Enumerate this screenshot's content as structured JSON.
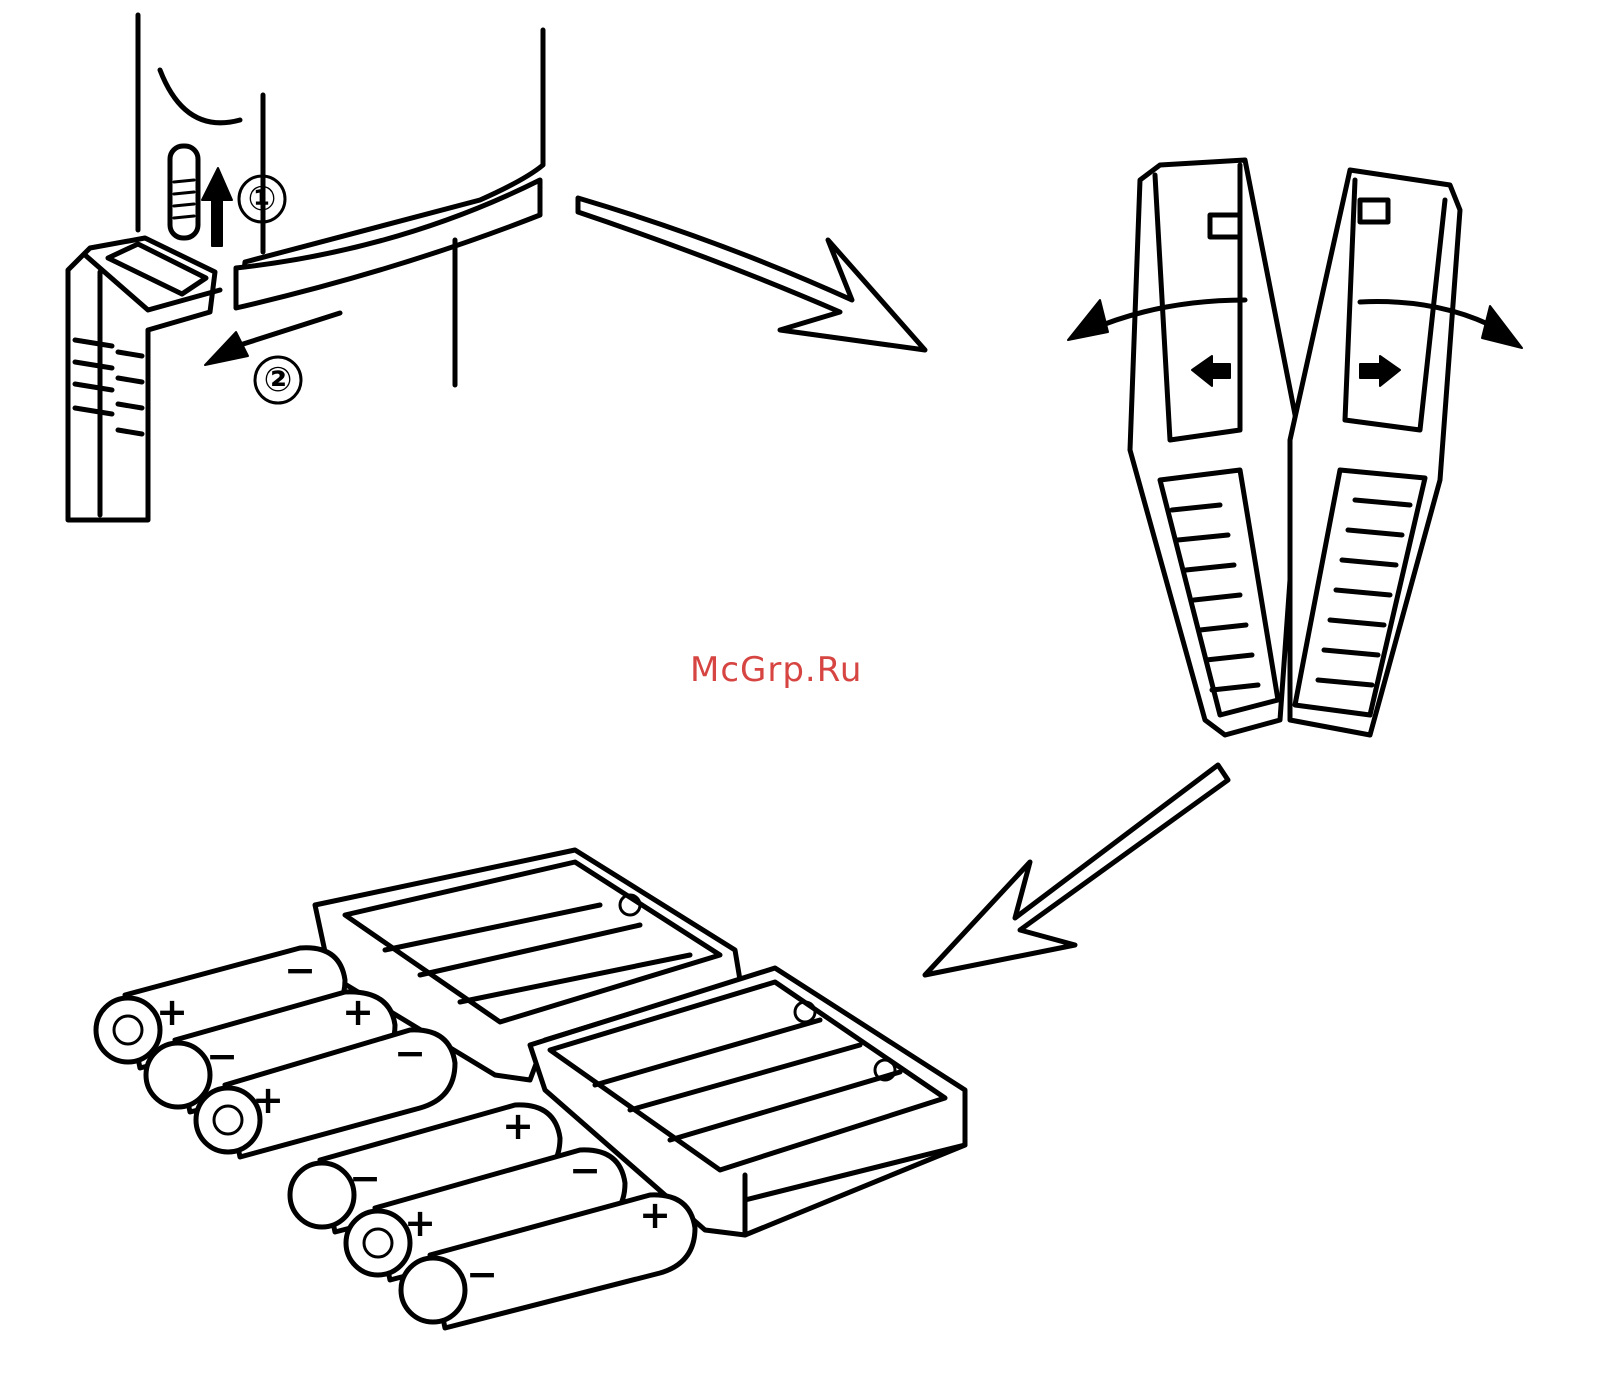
{
  "steps": {
    "step1": "①",
    "step2": "②"
  },
  "polarity": {
    "plus": "+",
    "minus": "−"
  },
  "watermark": "McGrp.Ru",
  "colors": {
    "line": "#000000",
    "background": "#ffffff",
    "watermark": "#d64541"
  }
}
